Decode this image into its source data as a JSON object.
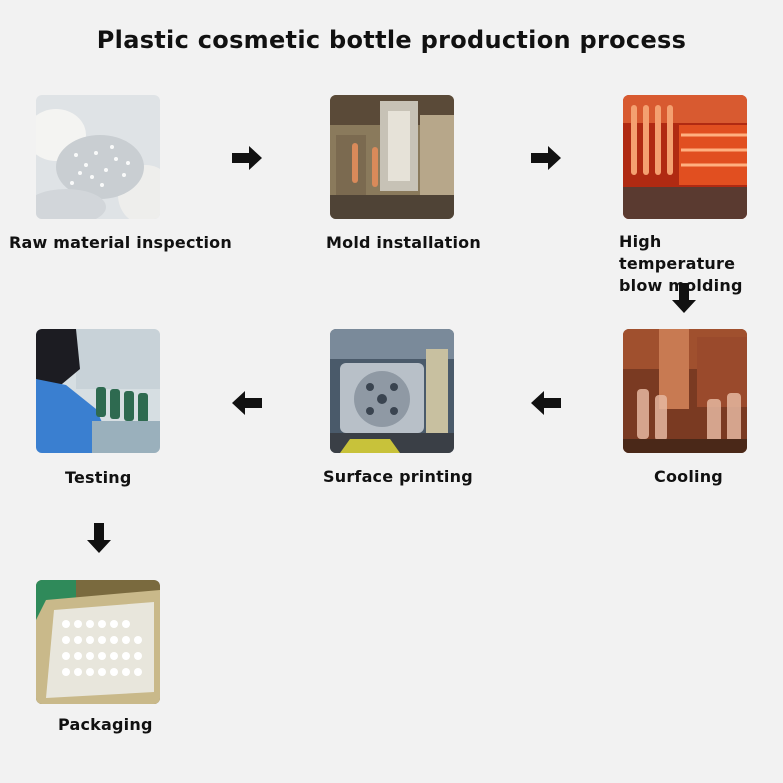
{
  "title": "Plastic cosmetic bottle production process",
  "steps": [
    {
      "label": "Raw material inspection",
      "photo_icon": "plastic-pellets-in-gloved-hands"
    },
    {
      "label": "Mold installation",
      "photo_icon": "preform-mold-machine"
    },
    {
      "label_line1": "High temperature",
      "label_line2": "blow molding",
      "photo_icon": "heated-preform-rack"
    },
    {
      "label": "Cooling",
      "photo_icon": "cooling-machine-with-bottles"
    },
    {
      "label": "Surface printing",
      "photo_icon": "printing-machine-rollers"
    },
    {
      "label": "Testing",
      "photo_icon": "worker-inspecting-bottles"
    },
    {
      "label": "Packaging",
      "photo_icon": "box-of-white-bottles"
    }
  ],
  "flow_arrows": [
    "right",
    "right",
    "down",
    "left",
    "left",
    "down"
  ],
  "colors": {
    "background": "#f2f2f2",
    "text": "#111111",
    "arrow": "#111111"
  }
}
